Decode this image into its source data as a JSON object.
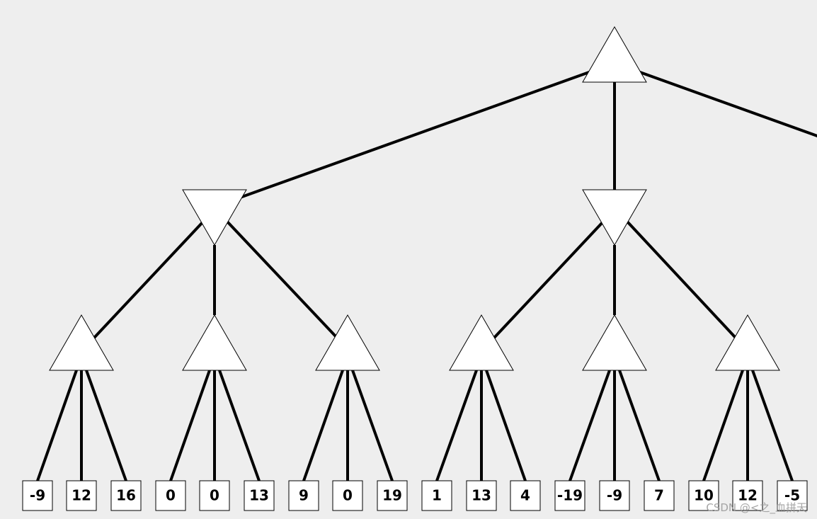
{
  "tree": {
    "root": {
      "type": "max"
    },
    "level1": [
      {
        "type": "min"
      },
      {
        "type": "min"
      }
    ],
    "level2": [
      {
        "type": "max"
      },
      {
        "type": "max"
      },
      {
        "type": "max"
      },
      {
        "type": "max"
      },
      {
        "type": "max"
      },
      {
        "type": "max"
      }
    ],
    "leaves": [
      "-9",
      "12",
      "16",
      "0",
      "0",
      "13",
      "9",
      "0",
      "19",
      "1",
      "13",
      "4",
      "-19",
      "-9",
      "7",
      "10",
      "12",
      "-5"
    ]
  },
  "watermark": "CSDN @<之_血拼天",
  "colors": {
    "background": "#eeeeee",
    "node_fill": "#ffffff",
    "stroke": "#000000"
  }
}
